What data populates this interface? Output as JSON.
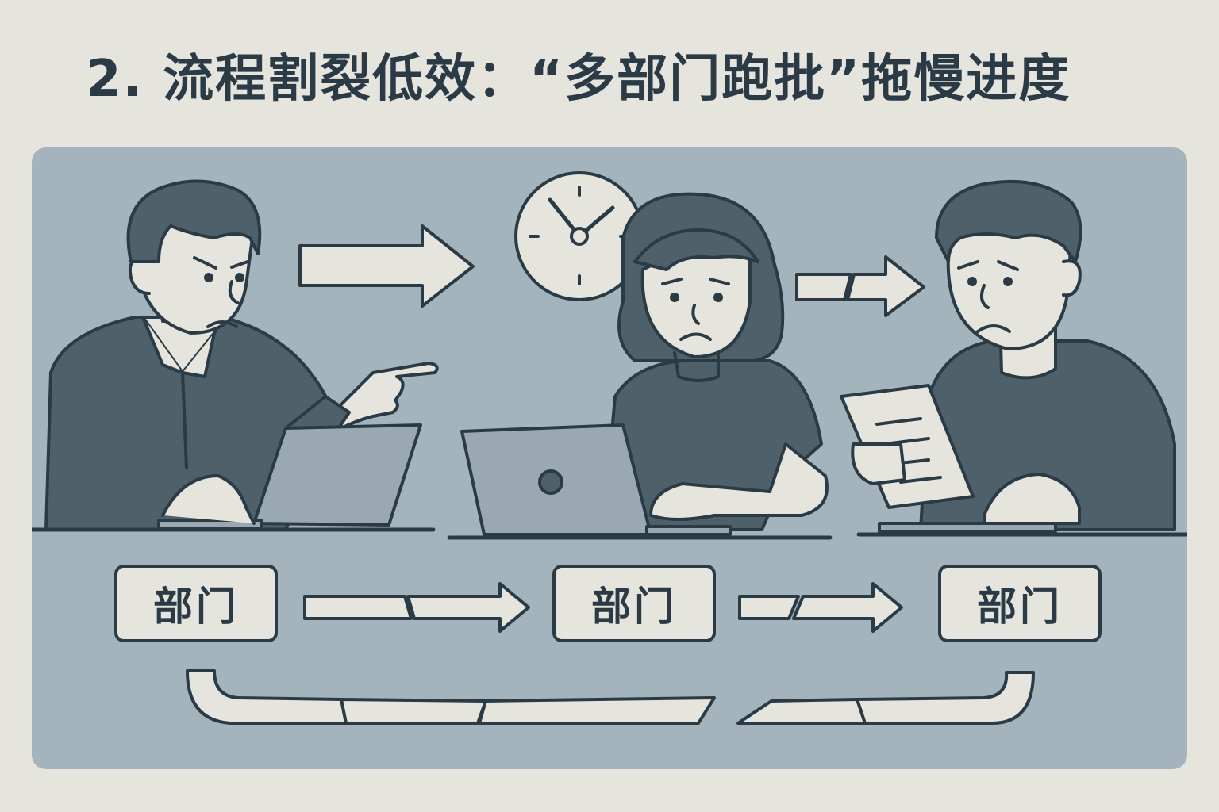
{
  "title": "2. 流程割裂低效：“多部门跑批”拖慢进度",
  "departments": [
    {
      "label": "部门"
    },
    {
      "label": "部门"
    },
    {
      "label": "部门"
    }
  ],
  "icons": [
    "clock-icon",
    "arrow-right-icon",
    "broken-arrow-icon",
    "laptop-icon",
    "document-icon"
  ],
  "colors": {
    "background": "#e6e5dd",
    "panel": "#a3b4bd",
    "ink": "#2a3b45",
    "clothing": "#4e606a",
    "skin": "#e6e5dd",
    "laptop": "#9aa9b1"
  }
}
